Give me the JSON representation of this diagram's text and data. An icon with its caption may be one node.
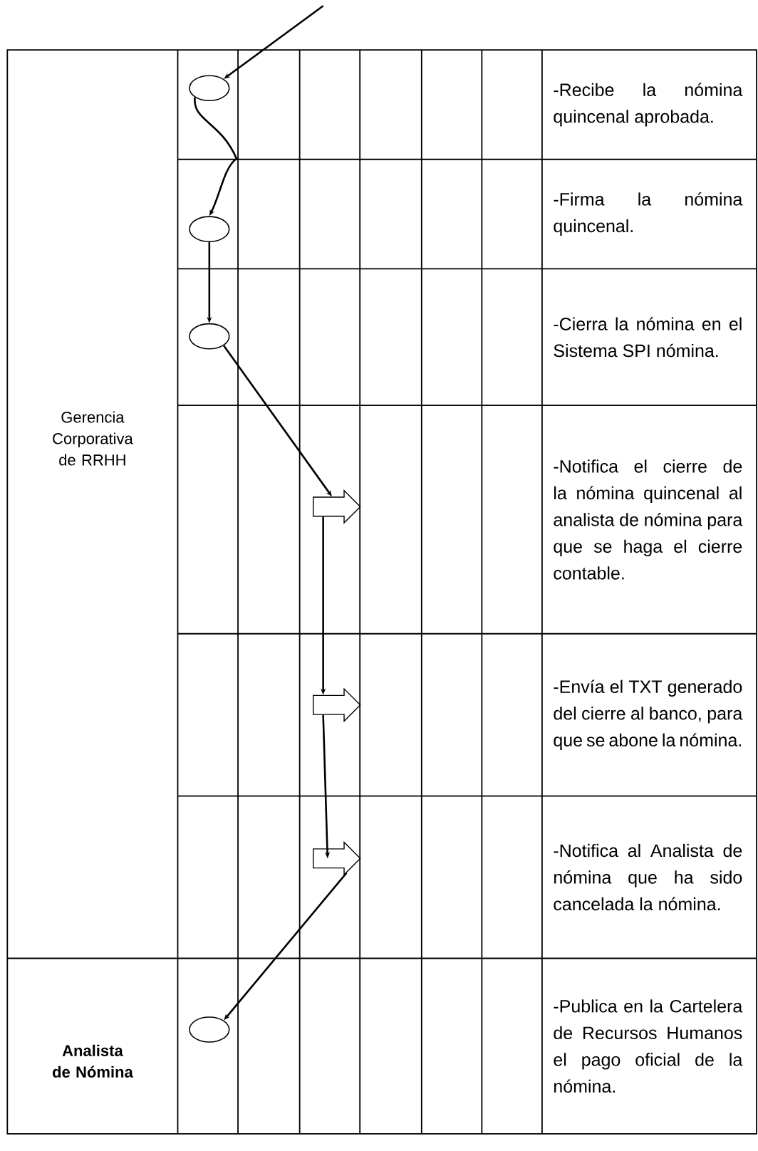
{
  "diagram": {
    "nodes": [
      {
        "text": [],
        "shape": "ellipse"
      },
      {
        "text": [],
        "shape": "ellipse"
      },
      {
        "text": [],
        "shape": "ellipse"
      },
      {
        "text": [],
        "shape": "arrow"
      },
      {
        "text": [],
        "shape": "arrow"
      },
      {
        "text": [],
        "shape": "arrow"
      },
      {
        "text": [],
        "shape": "ellipse"
      }
    ],
    "edges": [
      {
        "from": null,
        "to": 0,
        "arrow": "to"
      },
      {
        "from": 0,
        "to": 1,
        "arrow": "to"
      },
      {
        "from": 1,
        "to": 2,
        "arrow": "to"
      },
      {
        "from": 2,
        "to": 3,
        "arrow": "to"
      },
      {
        "from": 3,
        "to": 4,
        "arrow": "to"
      },
      {
        "from": 4,
        "to": 5,
        "arrow": "to"
      },
      {
        "from": 5,
        "to": 6,
        "arrow": "to"
      }
    ],
    "labels": [
      "Gerencia Corporativa de RRHH",
      "-Recibe la nómina quincenal aprobada.",
      "-Firma la nómina quincenal.",
      "-Cierra la nómina en el Sistema SPI nómina.",
      "-Notifica el cierre de la nómina quincenal al analista de nómina para que se haga el cierre contable.",
      "-Envía el TXT generado del cierre al banco, para que se abone la nómina.",
      "-Notifica al Analista de nómina que ha sido cancelada la nómina.",
      "Analista de Nómina",
      "-Publica en la Cartelera de Recursos Humanos el pago oficial de la nómina."
    ]
  }
}
